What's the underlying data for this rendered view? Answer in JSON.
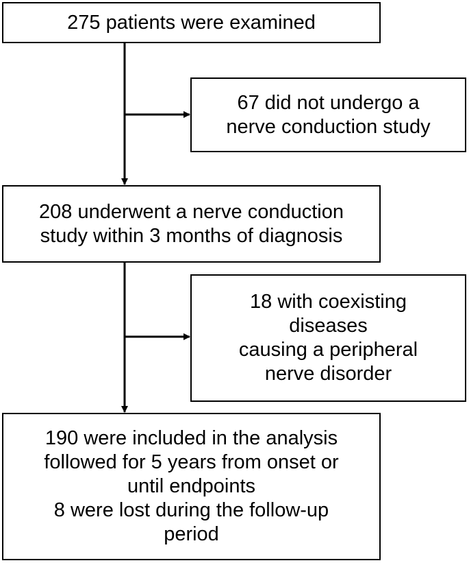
{
  "nodes": {
    "examined": {
      "lines": [
        "275 patients were examined"
      ]
    },
    "excluded_no_ncs": {
      "lines": [
        "67 did not undergo a",
        "nerve conduction study"
      ]
    },
    "underwent_ncs": {
      "lines": [
        "208 underwent a nerve conduction",
        "study within 3 months of diagnosis"
      ]
    },
    "excluded_coexisting": {
      "lines": [
        "18 with coexisting",
        "diseases",
        "causing a peripheral",
        "nerve disorder"
      ]
    },
    "included": {
      "lines": [
        "190 were included in the analysis",
        "followed for 5 years from onset or",
        "until endpoints",
        "8 were lost during the follow-up",
        "period"
      ]
    }
  },
  "edges": [
    {
      "from": "examined",
      "to": "underwent_ncs",
      "kind": "main"
    },
    {
      "from": "examined",
      "to": "excluded_no_ncs",
      "kind": "branch"
    },
    {
      "from": "underwent_ncs",
      "to": "included",
      "kind": "main"
    },
    {
      "from": "underwent_ncs",
      "to": "excluded_coexisting",
      "kind": "branch"
    }
  ],
  "colors": {
    "line": "#000000",
    "box_border": "#000000",
    "background": "#ffffff"
  }
}
